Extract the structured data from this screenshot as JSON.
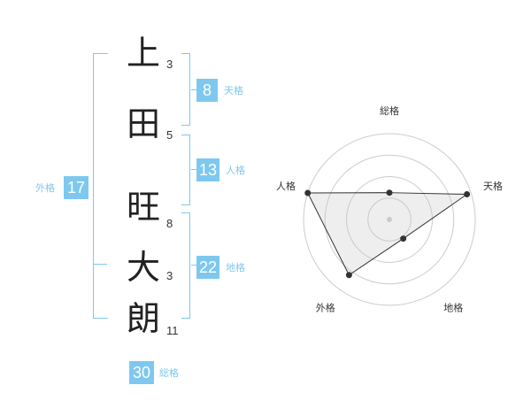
{
  "name": {
    "characters": [
      {
        "char": "上",
        "strokes": "3"
      },
      {
        "char": "田",
        "strokes": "5"
      },
      {
        "char": "旺",
        "strokes": "8"
      },
      {
        "char": "大",
        "strokes": "3"
      },
      {
        "char": "朗",
        "strokes": "11"
      }
    ]
  },
  "fortune": {
    "tenkaku": {
      "value": "8",
      "label": "天格"
    },
    "jinkaku": {
      "value": "13",
      "label": "人格"
    },
    "chikaku": {
      "value": "22",
      "label": "地格"
    },
    "gaikaku": {
      "value": "17",
      "label": "外格"
    },
    "soukaku": {
      "value": "30",
      "label": "総格"
    }
  },
  "colors": {
    "accent": "#7ec8ef",
    "text": "#222222",
    "grid": "#cccccc"
  },
  "chart_data": {
    "type": "radar",
    "axes": [
      "総格",
      "天格",
      "地格",
      "外格",
      "人格"
    ],
    "max": 4,
    "rings": 4,
    "values": [
      1.25,
      3.8,
      1.1,
      3.2,
      4.0
    ]
  }
}
